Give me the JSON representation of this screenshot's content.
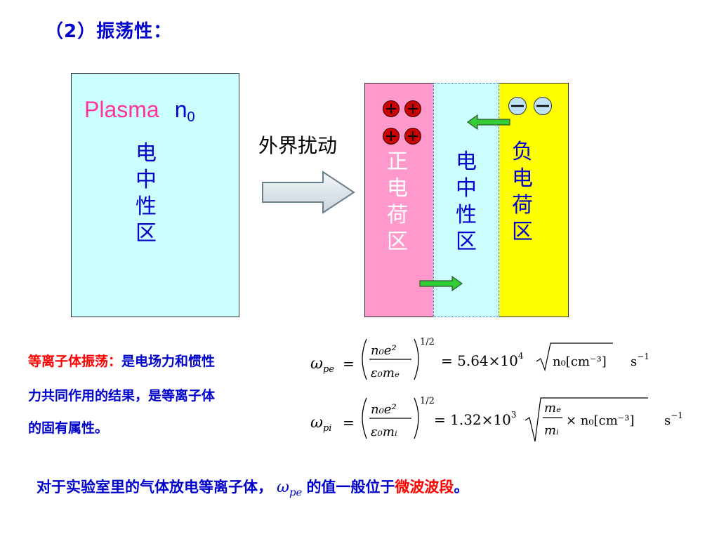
{
  "title": "（2）振荡性：",
  "left_panel": {
    "plasma_word": "Plasma",
    "n_symbol": "n",
    "n_subscript": "0",
    "neutral_label": "电中性区"
  },
  "disturbance_label": "外界扰动",
  "right_panel": {
    "positive_zone_label": "正电荷区",
    "neutral_zone_label": "电中性区",
    "negative_zone_label": "负电荷区"
  },
  "explanation": {
    "highlight": "等离子体振荡：",
    "line1_rest": "是电场力和惯性",
    "line2": "力共同作用的结果，是等离子体",
    "line3": "的固有属性。"
  },
  "formulas": {
    "f1": {
      "lhs_symbol": "ω",
      "lhs_sub": "pe",
      "num": "n₀e²",
      "den": "ε₀mₑ",
      "power": "1/2",
      "rhs_value": "= 5.64×10",
      "rhs_exp": "4",
      "root_term": "n₀[cm⁻³]",
      "unit": "s",
      "unit_exp": "−1"
    },
    "f2": {
      "lhs_symbol": "ω",
      "lhs_sub": "pi",
      "num": "n₀e²",
      "den": "ε₀mᵢ",
      "power": "1/2",
      "rhs_value": "= 1.32×10",
      "rhs_exp": "3",
      "root_num": "mₑ",
      "root_den": "mᵢ",
      "root_tail": "× n₀[cm⁻³]",
      "unit": "s",
      "unit_exp": "−1"
    }
  },
  "bottom_note": {
    "prefix": "对于实验室里的气体放电等离子体，",
    "omega": "ω",
    "omega_sub": "pe",
    "middle": "的值一般位于",
    "highlight": "微波波段",
    "suffix": "。"
  },
  "colors": {
    "title_blue": "#0000cc",
    "plasma_pink": "#ff3399",
    "neutral_cyan": "#ccffff",
    "positive_pink": "#ff99cc",
    "negative_yellow": "#ffff00",
    "highlight_red": "#ff0000",
    "arrow_green": "#33cc33"
  },
  "icons": [
    "plus-charge-icon",
    "minus-charge-icon",
    "right-arrow-icon",
    "left-arrow-icon"
  ]
}
